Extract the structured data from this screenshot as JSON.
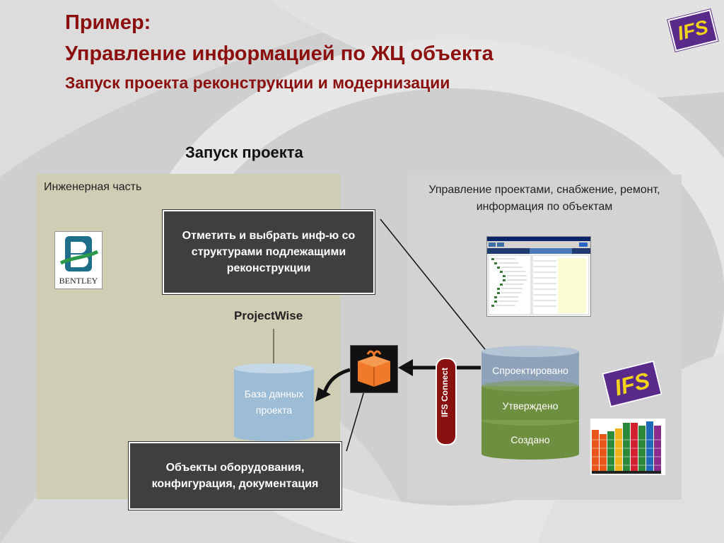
{
  "header": {
    "line1": "Пример:",
    "line2": "Управление информацией по ЖЦ объекта",
    "line3": "Запуск проекта реконструкции и модернизации"
  },
  "logo_ifs": "IFS",
  "section": {
    "heading": "Запуск проекта"
  },
  "engineering": {
    "title": "Инженерная часть",
    "bentley_label": "BENTLEY",
    "projectwise_label": "ProjectWise",
    "database_label": "База данных проекта",
    "callout_select": "Отметить и выбрать инф-ю со структурами подлежащими реконструкции",
    "callout_objects": "Объекты оборудования, конфигурация, документация"
  },
  "management": {
    "title": "Управление проектами, снабжение, ремонт, информация по объектам",
    "connector_label": "IFS Connect",
    "stages": [
      "Спроектировано",
      "Утверждено",
      "Создано"
    ],
    "ifs_logo": "IFS"
  },
  "colors": {
    "title_red": "#8b0f0f",
    "left_panel": "#cfcdb4",
    "right_panel": "#d3d3d3",
    "callout_bg": "#3f3f3f",
    "db_blue": "#9dbcd6",
    "stage_top_blue": "#8ea3ba",
    "stage_green": "#6e8f40",
    "connect_red": "#8b1010",
    "gift_orange": "#f07a2a",
    "ifs_purple": "#5a2a8a",
    "ifs_yellow": "#f2d21a"
  }
}
